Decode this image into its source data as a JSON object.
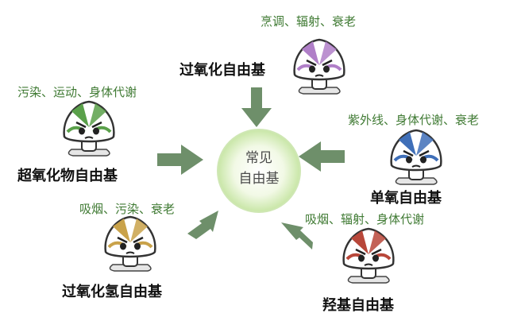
{
  "center": {
    "line1": "常见",
    "line2": "自由基"
  },
  "radicals": [
    {
      "id": "peroxide",
      "name": "过氧化自由基",
      "causes": "烹调、辐射、衰老",
      "accent": "#b07fc8"
    },
    {
      "id": "superoxide",
      "name": "超氧化物自由基",
      "causes": "污染、运动、身体代谢",
      "accent": "#5aa04a"
    },
    {
      "id": "singlet",
      "name": "单氧自由基",
      "causes": "紫外线、身体代谢、衰老",
      "accent": "#3f6fb8"
    },
    {
      "id": "hydrogen-peroxide",
      "name": "过氧化氢自由基",
      "causes": "吸烟、污染、衰老",
      "accent": "#c9a24a"
    },
    {
      "id": "hydroxyl",
      "name": "羟基自由基",
      "causes": "吸烟、辐射、身体代谢",
      "accent": "#b8473a"
    }
  ],
  "colors": {
    "arrow": "#6e8f6a",
    "cause_text": "#3f7a33",
    "center_glow": "#d8efbc"
  }
}
